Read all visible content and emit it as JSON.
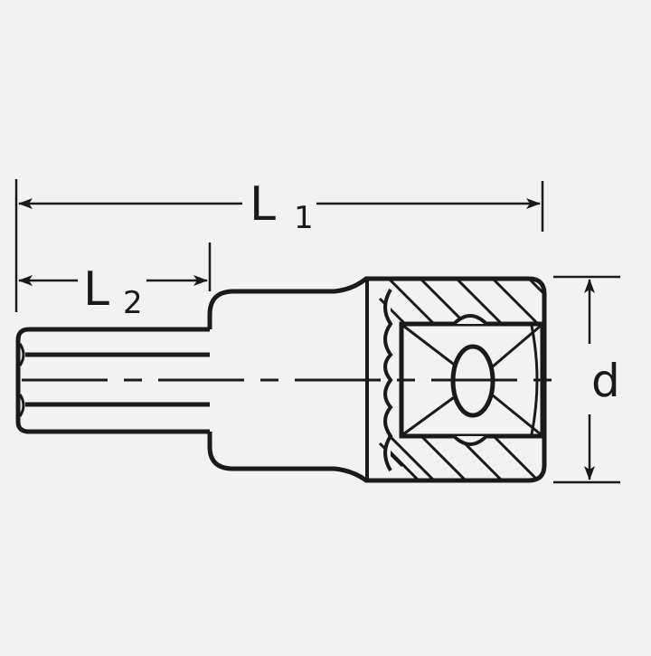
{
  "diagram": {
    "subject": "hex-bit-socket",
    "colors": {
      "background": "#f2f2f2",
      "ink": "#1a1a1a"
    },
    "dimensions": {
      "L1": {
        "letter": "L",
        "subscript": "1",
        "label": "L1"
      },
      "L2": {
        "letter": "L",
        "subscript": "2",
        "label": "L2"
      },
      "d": {
        "label": "d"
      }
    }
  }
}
